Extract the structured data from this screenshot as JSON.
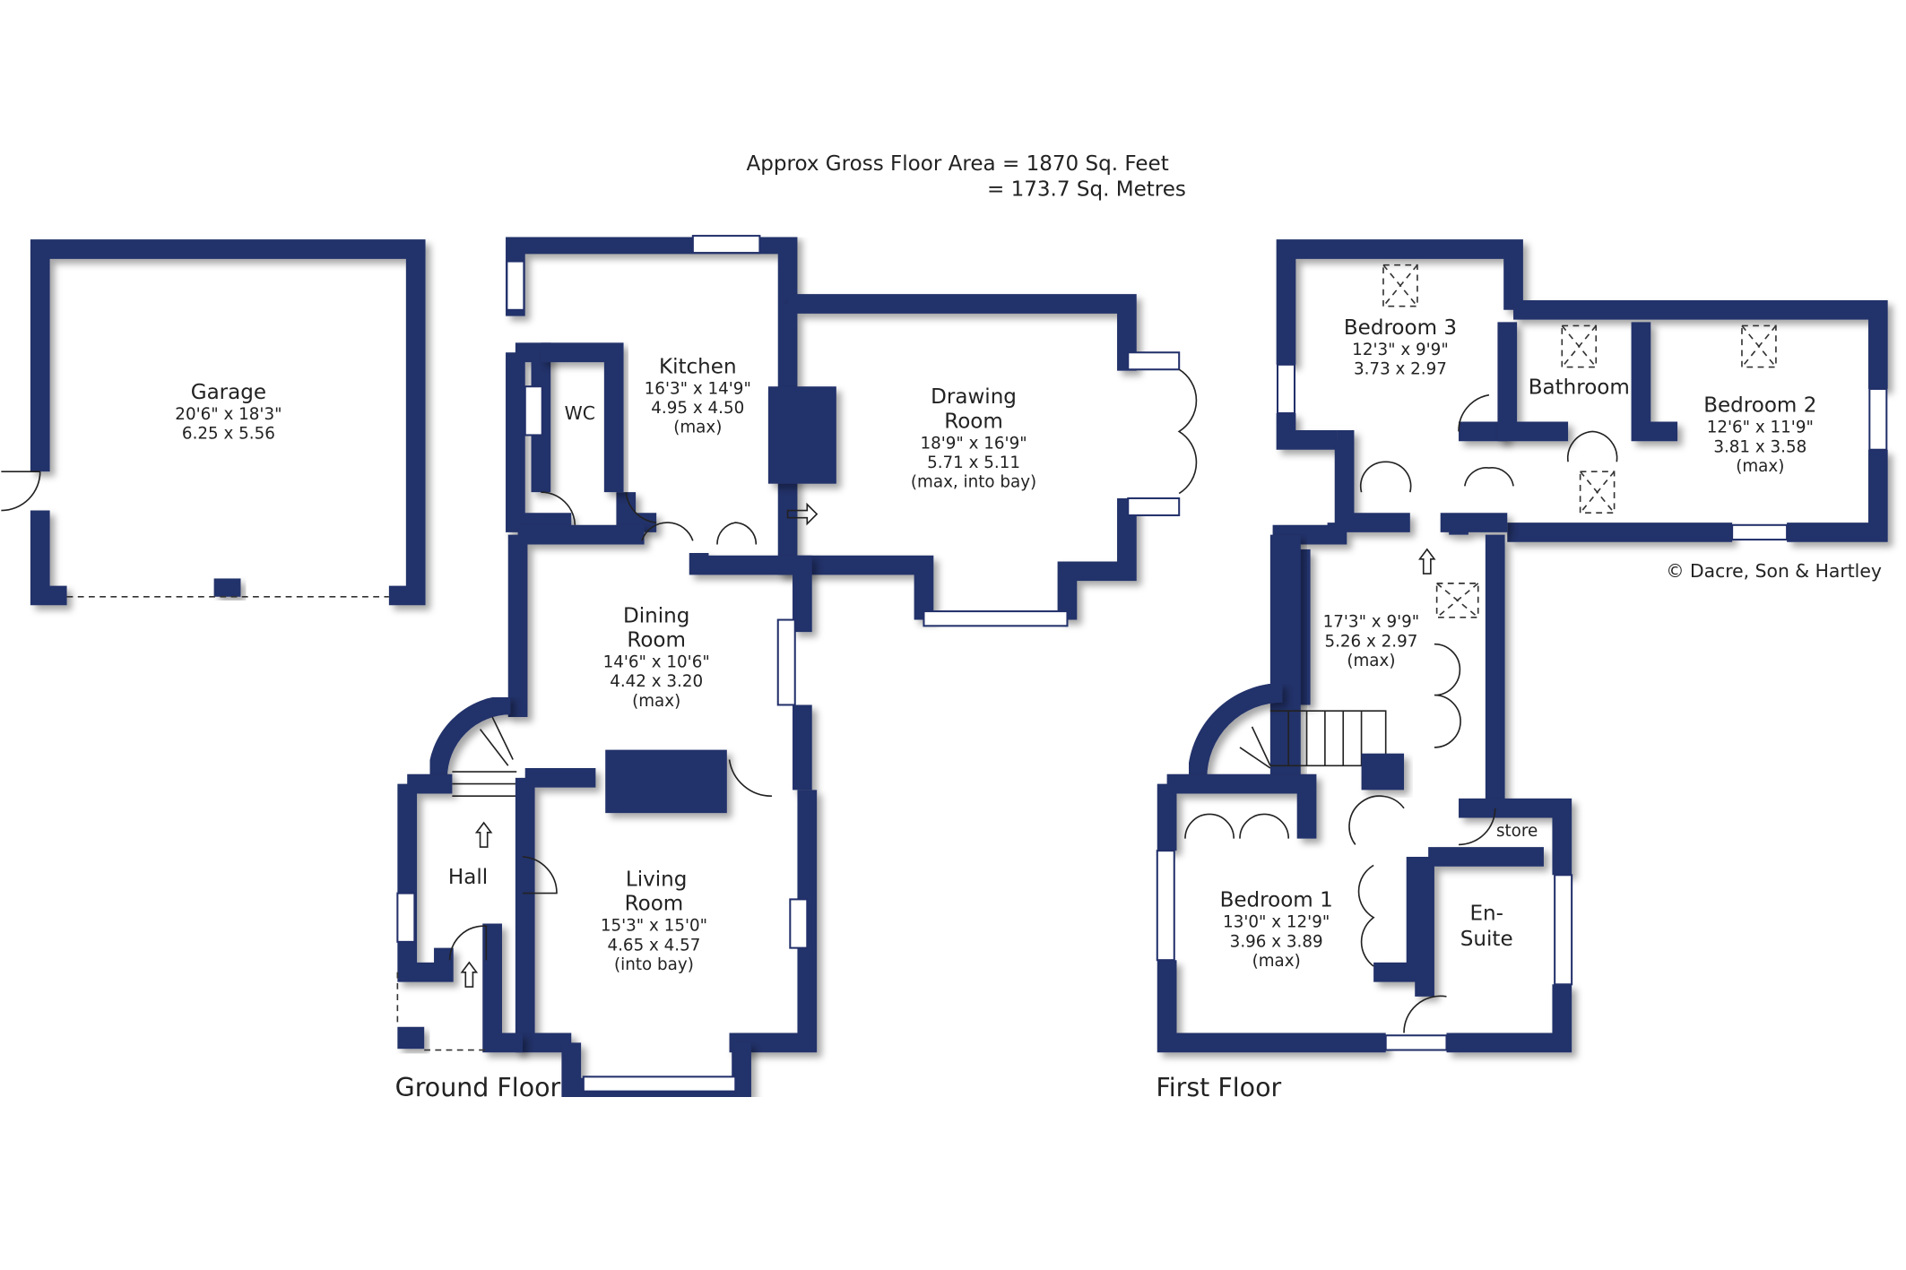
{
  "header": {
    "area_line1": "Approx Gross Floor Area  =  1870  Sq. Feet",
    "area_line2": "=  173.7  Sq. Metres"
  },
  "copyright": "© Dacre, Son & Hartley",
  "colors": {
    "wall": "#22306a"
  },
  "ground_floor": {
    "title": "Ground Floor",
    "rooms": {
      "garage": {
        "name": "Garage",
        "imperial": "20'6\"  x  18'3\"",
        "metric": "6.25  x  5.56"
      },
      "kitchen": {
        "name": "Kitchen",
        "imperial": "16'3\"  x  14'9\"",
        "metric": "4.95  x  4.50",
        "note": "(max)"
      },
      "wc": {
        "name": "WC"
      },
      "drawing": {
        "name1": "Drawing",
        "name2": "Room",
        "imperial": "18'9\"  x  16'9\"",
        "metric": "5.71  x  5.11",
        "note": "(max, into bay)"
      },
      "dining": {
        "name1": "Dining",
        "name2": "Room",
        "imperial": "14'6\"  x  10'6\"",
        "metric": "4.42  x  3.20",
        "note": "(max)"
      },
      "living": {
        "name1": "Living",
        "name2": "Room",
        "imperial": "15'3\"  x  15'0\"",
        "metric": "4.65  x  4.57",
        "note": "(into bay)"
      },
      "hall": {
        "name": "Hall"
      }
    }
  },
  "first_floor": {
    "title": "First Floor",
    "rooms": {
      "bedroom3": {
        "name": "Bedroom 3",
        "imperial": "12'3\"  x   9'9\"",
        "metric": "3.73  x  2.97"
      },
      "bathroom": {
        "name": "Bathroom"
      },
      "bedroom2": {
        "name": "Bedroom 2",
        "imperial": "12'6\"  x  11'9\"",
        "metric": "3.81  x  3.58",
        "note": "(max)"
      },
      "landing": {
        "imperial": "17'3\"  x   9'9\"",
        "metric": "5.26  x  2.97",
        "note": "(max)"
      },
      "store": {
        "name": "store"
      },
      "bedroom1": {
        "name": "Bedroom 1",
        "imperial": "13'0\"  x  12'9\"",
        "metric": "3.96  x  3.89",
        "note": "(max)"
      },
      "ensuite": {
        "name1": "En-",
        "name2": "Suite"
      }
    }
  }
}
